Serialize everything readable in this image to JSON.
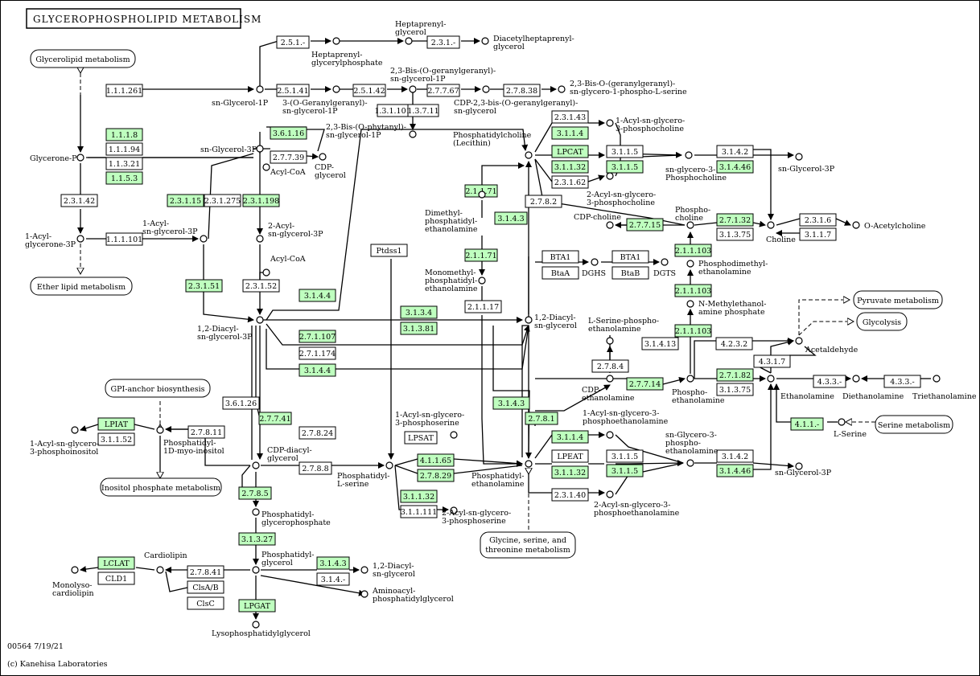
{
  "title": "GLYCEROPHOSPHOLIPID METABOLISM",
  "footer": {
    "line1": "00564 7/19/21",
    "line2": "(c) Kanehisa Laboratories"
  },
  "colors": {
    "enzyme_present": "#bfffbf",
    "enzyme_absent": "#ffffff",
    "line": "#000000"
  },
  "maps": [
    "Glycerolipid metabolism",
    "Ether lipid metabolism",
    "GPI-anchor biosynthesis",
    "Inositol phosphate metabolism",
    "Glycine, serine, and threonine metabolism",
    "Pyruvate metabolism",
    "Glycolysis",
    "Serine metabolism"
  ],
  "enzymes": [
    {
      "id": "2.5.1.-",
      "green": false
    },
    {
      "id": "2.3.1.-",
      "green": false
    },
    {
      "id": "2.5.1.41",
      "green": false
    },
    {
      "id": "2.5.1.42",
      "green": false
    },
    {
      "id": "2.7.7.67",
      "green": false
    },
    {
      "id": "2.7.8.38",
      "green": false
    },
    {
      "id": "1.3.1.101",
      "green": false
    },
    {
      "id": "1.3.7.11",
      "green": false
    },
    {
      "id": "1.1.1.261",
      "green": false
    },
    {
      "id": "1.1.1.8",
      "green": true
    },
    {
      "id": "1.1.1.94",
      "green": false
    },
    {
      "id": "1.1.3.21",
      "green": false
    },
    {
      "id": "1.1.5.3",
      "green": true
    },
    {
      "id": "3.6.1.16",
      "green": true
    },
    {
      "id": "2.7.7.39",
      "green": false
    },
    {
      "id": "2.3.1.42",
      "green": false
    },
    {
      "id": "1.1.1.101",
      "green": false
    },
    {
      "id": "2.3.1.15",
      "green": true
    },
    {
      "id": "2.3.1.275",
      "green": false
    },
    {
      "id": "2.3.1.198",
      "green": true
    },
    {
      "id": "2.3.1.51",
      "green": true
    },
    {
      "id": "2.3.1.52",
      "green": false
    },
    {
      "id": "3.1.4.4",
      "green": true
    },
    {
      "id": "2.3.1.43",
      "green": false
    },
    {
      "id": "3.1.1.4",
      "green": true
    },
    {
      "id": "LPCAT",
      "green": true
    },
    {
      "id": "3.1.1.32",
      "green": true
    },
    {
      "id": "2.3.1.62",
      "green": false
    },
    {
      "id": "3.1.1.5",
      "green": false
    },
    {
      "id": "3.1.1.5",
      "green": true
    },
    {
      "id": "3.1.4.2",
      "green": false
    },
    {
      "id": "3.1.4.46",
      "green": true
    },
    {
      "id": "2.1.1.71",
      "green": true
    },
    {
      "id": "3.1.4.3",
      "green": true
    },
    {
      "id": "2.7.8.2",
      "green": false
    },
    {
      "id": "2.7.7.15",
      "green": true
    },
    {
      "id": "2.7.1.32",
      "green": true
    },
    {
      "id": "3.1.3.75",
      "green": false
    },
    {
      "id": "2.3.1.6",
      "green": false
    },
    {
      "id": "3.1.1.7",
      "green": false
    },
    {
      "id": "2.1.1.71",
      "green": true
    },
    {
      "id": "Ptdss1",
      "green": false
    },
    {
      "id": "BTA1",
      "green": false
    },
    {
      "id": "BtaA",
      "green": false
    },
    {
      "id": "BTA1",
      "green": false
    },
    {
      "id": "BtaB",
      "green": false
    },
    {
      "id": "2.1.1.103",
      "green": true
    },
    {
      "id": "2.1.1.103",
      "green": true
    },
    {
      "id": "2.1.1.103",
      "green": true
    },
    {
      "id": "2.1.1.17",
      "green": false
    },
    {
      "id": "3.1.3.4",
      "green": true
    },
    {
      "id": "3.1.3.81",
      "green": true
    },
    {
      "id": "2.7.1.107",
      "green": true
    },
    {
      "id": "2.7.1.174",
      "green": false
    },
    {
      "id": "3.1.4.4",
      "green": true
    },
    {
      "id": "3.1.4.13",
      "green": false
    },
    {
      "id": "4.2.3.2",
      "green": false
    },
    {
      "id": "2.7.8.4",
      "green": false
    },
    {
      "id": "4.3.1.7",
      "green": false
    },
    {
      "id": "2.7.7.14",
      "green": true
    },
    {
      "id": "2.7.1.82",
      "green": true
    },
    {
      "id": "3.1.3.75",
      "green": false
    },
    {
      "id": "4.3.3.-",
      "green": false
    },
    {
      "id": "4.3.3.-",
      "green": false
    },
    {
      "id": "3.6.1.26",
      "green": false
    },
    {
      "id": "3.1.4.3",
      "green": true
    },
    {
      "id": "2.7.7.41",
      "green": true
    },
    {
      "id": "2.7.8.1",
      "green": true
    },
    {
      "id": "LPIAT",
      "green": true
    },
    {
      "id": "3.1.1.52",
      "green": false
    },
    {
      "id": "2.7.8.11",
      "green": false
    },
    {
      "id": "2.7.8.24",
      "green": false
    },
    {
      "id": "LPSAT",
      "green": false
    },
    {
      "id": "3.1.1.4",
      "green": true
    },
    {
      "id": "4.1.1.65",
      "green": true
    },
    {
      "id": "LPEAT",
      "green": false
    },
    {
      "id": "2.7.8.29",
      "green": true
    },
    {
      "id": "3.1.1.32",
      "green": true
    },
    {
      "id": "3.1.1.5",
      "green": false
    },
    {
      "id": "3.1.1.5",
      "green": true
    },
    {
      "id": "3.1.4.2",
      "green": false
    },
    {
      "id": "3.1.4.46",
      "green": true
    },
    {
      "id": "4.1.1.-",
      "green": true
    },
    {
      "id": "2.7.8.8",
      "green": false
    },
    {
      "id": "2.7.8.5",
      "green": true
    },
    {
      "id": "3.1.1.32",
      "green": true
    },
    {
      "id": "3.1.1.111",
      "green": false
    },
    {
      "id": "2.3.1.40",
      "green": false
    },
    {
      "id": "3.1.3.27",
      "green": true
    },
    {
      "id": "LCLAT",
      "green": true
    },
    {
      "id": "CLD1",
      "green": false
    },
    {
      "id": "2.7.8.41",
      "green": false
    },
    {
      "id": "ClsA/B",
      "green": false
    },
    {
      "id": "ClsC",
      "green": false
    },
    {
      "id": "3.1.4.3",
      "green": true
    },
    {
      "id": "3.1.4.-",
      "green": false
    },
    {
      "id": "LPGAT",
      "green": true
    }
  ],
  "compounds": [
    {
      "lines": [
        "Heptaprenyl-",
        "glycerol"
      ]
    },
    {
      "lines": [
        "Diacetylheptaprenyl-",
        "glycerol"
      ]
    },
    {
      "lines": [
        "Heptaprenyl-",
        "glycerylphosphate"
      ]
    },
    {
      "lines": [
        "2,3-Bis-(O-geranylgeranyl)-",
        "sn-glycerol-1P"
      ]
    },
    {
      "lines": [
        "sn-Glycerol-1P"
      ]
    },
    {
      "lines": [
        "3-(O-Geranylgeranyl)-",
        "sn-glycerol-1P"
      ]
    },
    {
      "lines": [
        "CDP-2,3-bis-(O-geranylgeranyl)-",
        "sn-glycerol"
      ]
    },
    {
      "lines": [
        "2,3-Bis-O-(geranylgeranyl)-",
        "sn-glycero-1-phospho-L-serine"
      ]
    },
    {
      "lines": [
        "2,3-Bis-(O-phytanyl)-",
        "sn-glycerol-1P"
      ]
    },
    {
      "lines": [
        "Glycerone-P"
      ]
    },
    {
      "lines": [
        "sn-Glycerol-3P"
      ]
    },
    {
      "lines": [
        "Acyl-CoA"
      ]
    },
    {
      "lines": [
        "CDP-",
        "glycerol"
      ]
    },
    {
      "lines": [
        "Phosphatidylcholine",
        "(Lecithin)"
      ]
    },
    {
      "lines": [
        "1-Acyl-sn-glycero-",
        "3-phosphocholine"
      ]
    },
    {
      "lines": [
        "sn-glycero-3-",
        "Phosphocholine"
      ]
    },
    {
      "lines": [
        "sn-Glycerol-3P"
      ]
    },
    {
      "lines": [
        "2-Acyl-sn-glycero-",
        "3-phosphocholine"
      ]
    },
    {
      "lines": [
        "1-Acyl-",
        "glycerone-3P"
      ]
    },
    {
      "lines": [
        "1-Acyl-",
        "sn-glycerol-3P"
      ]
    },
    {
      "lines": [
        "2-Acyl-",
        "sn-glycerol-3P"
      ]
    },
    {
      "lines": [
        "Acyl-CoA"
      ]
    },
    {
      "lines": [
        "Dimethyl-",
        "phosphatidyl-",
        "ethanolamine"
      ]
    },
    {
      "lines": [
        "CDP-choline"
      ]
    },
    {
      "lines": [
        "Phospho-",
        "choline"
      ]
    },
    {
      "lines": [
        "Choline"
      ]
    },
    {
      "lines": [
        "O-Acetylcholine"
      ]
    },
    {
      "lines": [
        "Monomethyl-",
        "phosphatidyl-",
        "ethanolamine"
      ]
    },
    {
      "lines": [
        "DGHS"
      ]
    },
    {
      "lines": [
        "DGTS"
      ]
    },
    {
      "lines": [
        "Phosphodimethyl-",
        "ethanolamine"
      ]
    },
    {
      "lines": [
        "N-Methylethanol-",
        "amine phosphate"
      ]
    },
    {
      "lines": [
        "1,2-Diacyl-",
        "sn-glycerol-3P"
      ]
    },
    {
      "lines": [
        "1,2-Diacyl-",
        "sn-glycerol"
      ]
    },
    {
      "lines": [
        "L-Serine-phospho-",
        "ethanolamine"
      ]
    },
    {
      "lines": [
        "Acetaldehyde"
      ]
    },
    {
      "lines": [
        "CDP-",
        "ethanolamine"
      ]
    },
    {
      "lines": [
        "Phospho-",
        "ethanolamine"
      ]
    },
    {
      "lines": [
        "Ethanolamine"
      ]
    },
    {
      "lines": [
        "Diethanolamine"
      ]
    },
    {
      "lines": [
        "Triethanolamine"
      ]
    },
    {
      "lines": [
        "L-Serine"
      ]
    },
    {
      "lines": [
        "1-Acyl-sn-glycero-",
        "3-phosphoserine"
      ]
    },
    {
      "lines": [
        "1-Acyl-sn-glycero-3-",
        "phosphoethanolamine"
      ]
    },
    {
      "lines": [
        "1-Acyl-sn-glycero-",
        "3-phosphoinositol"
      ]
    },
    {
      "lines": [
        "Phosphatidyl-",
        "1D-myo-inositol"
      ]
    },
    {
      "lines": [
        "CDP-diacyl-",
        "glycerol"
      ]
    },
    {
      "lines": [
        "Phosphatidyl-",
        "L-serine"
      ]
    },
    {
      "lines": [
        "Phosphatidyl-",
        "ethanolamine"
      ]
    },
    {
      "lines": [
        "sn-Glycero-3-",
        "phospho-",
        "ethanolamine"
      ]
    },
    {
      "lines": [
        "sn-Glycerol-3P"
      ]
    },
    {
      "lines": [
        "2-Acyl-sn-glycero-",
        "3-phosphoserine"
      ]
    },
    {
      "lines": [
        "2-Acyl-sn-glycero-3-",
        "phosphoethanolamine"
      ]
    },
    {
      "lines": [
        "Phosphatidyl-",
        "glycerophosphate"
      ]
    },
    {
      "lines": [
        "Cardiolipin"
      ]
    },
    {
      "lines": [
        "Monolyso-",
        "cardiolipin"
      ]
    },
    {
      "lines": [
        "Phosphatidyl-",
        "glycerol"
      ]
    },
    {
      "lines": [
        "1,2-Diacyl-",
        "sn-glycerol"
      ]
    },
    {
      "lines": [
        "Aminoacyl-",
        "phosphatidylglycerol"
      ]
    },
    {
      "lines": [
        "Lysophosphatidylglycerol"
      ]
    }
  ]
}
